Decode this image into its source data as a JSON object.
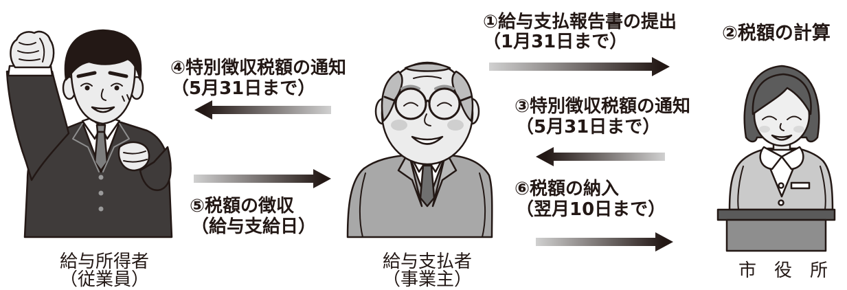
{
  "steps": {
    "s1": {
      "title": "①給与支払報告書の提出",
      "note": "（1月31日まで）"
    },
    "s2": {
      "title": "②税額の計算"
    },
    "s3": {
      "title": "③特別徴収税額の通知",
      "note": "（5月31日まで）"
    },
    "s4": {
      "title": "④特別徴収税額の通知",
      "note": "（5月31日まで）"
    },
    "s5": {
      "title": "⑤税額の徴収",
      "note": "（給与支給日）"
    },
    "s6": {
      "title": "⑥税額の納入",
      "note": "（翌月10日まで）"
    }
  },
  "actors": {
    "employee": {
      "name": "給与所得者",
      "role": "（従業員）"
    },
    "employer": {
      "name": "給与支払者",
      "role": "（事業主）"
    },
    "city": {
      "name": "市　役　所"
    }
  },
  "colors": {
    "ink": "#231815",
    "arrow_tail": "#d0d0d0",
    "arrow_head": "#231815"
  }
}
